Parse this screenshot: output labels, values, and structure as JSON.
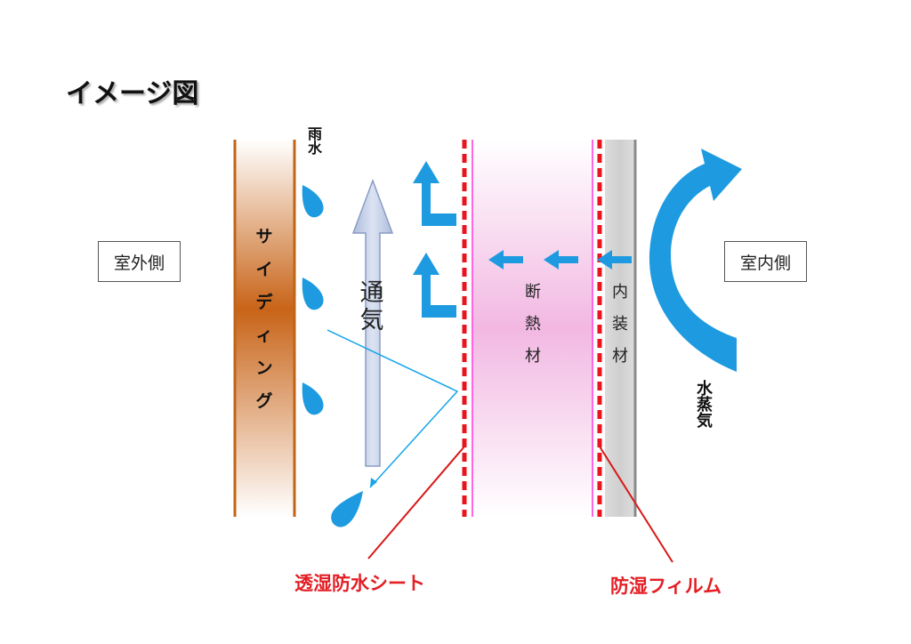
{
  "title": "イメージ図",
  "outdoor_label": "室外側",
  "indoor_label": "室内側",
  "siding_label": "サイディング",
  "rain_label": "雨水",
  "ventilation_label": "通気",
  "insulation_label": "断熱材",
  "interior_label": "内装材",
  "vapor_label": "水蒸気",
  "breathable_sheet_label": "透湿防水シート",
  "vapor_barrier_label": "防湿フィルム",
  "colors": {
    "siding": "#c86418",
    "water_arrow": "#1e9be0",
    "red_film": "#e8141e",
    "pink_line": "#ff66e0",
    "insulation": "#f2c6e6",
    "interior_gray": "#c8c8c8",
    "callout_line": "#d81818",
    "reflect_line": "#17a5e8"
  },
  "icons": [
    "water-drop-icon",
    "up-arrow-icon",
    "turn-up-arrow-icon",
    "left-arrow-icon",
    "curved-arrow-icon"
  ]
}
